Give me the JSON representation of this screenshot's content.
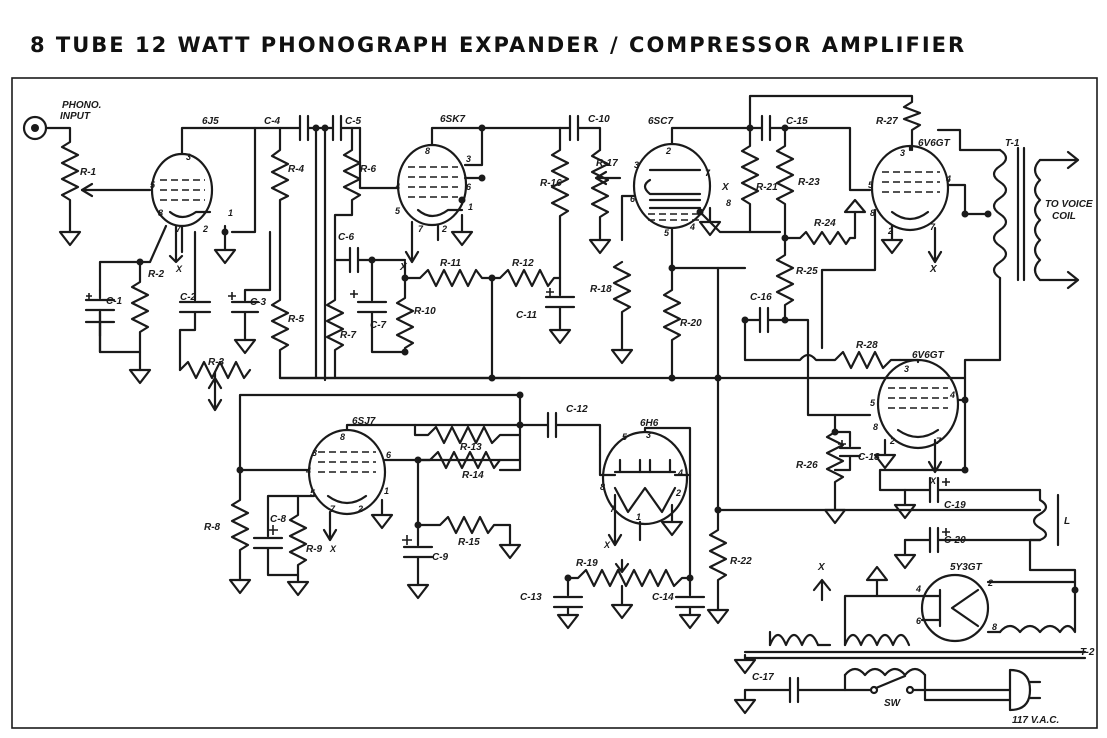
{
  "title": "8 TUBE    12 WATT    PHONOGRAPH  EXPANDER / COMPRESSOR  AMPLIFIER",
  "input": {
    "label1": "PHONO.",
    "label2": "INPUT"
  },
  "tubes": {
    "v1": "6J5",
    "v2": "6SK7",
    "v3": "6SC7",
    "v4": "6V6GT",
    "v5": "6V6GT",
    "v6": "6SJ7",
    "v7": "6H6",
    "v8": "5Y3GT"
  },
  "resistors": {
    "r1": "R-1",
    "r2": "R-2",
    "r3": "R-3",
    "r4": "R-4",
    "r5": "R-5",
    "r6": "R-6",
    "r7": "R-7",
    "r8": "R-8",
    "r9": "R-9",
    "r10": "R-10",
    "r11": "R-11",
    "r12": "R-12",
    "r13": "R-13",
    "r14": "R-14",
    "r15": "R-15",
    "r16": "R-16",
    "r17": "R-17",
    "r18": "R-18",
    "r19": "R-19",
    "r20": "R-20",
    "r21": "R-21",
    "r22": "R-22",
    "r23": "R-23",
    "r24": "R-24",
    "r25": "R-25",
    "r26": "R-26",
    "r27": "R-27",
    "r28": "R-28"
  },
  "capacitors": {
    "c1": "C-1",
    "c2": "C-2",
    "c3": "C-3",
    "c4": "C-4",
    "c5": "C-5",
    "c6": "C-6",
    "c7": "C-7",
    "c8": "C-8",
    "c9": "C-9",
    "c10": "C-10",
    "c11": "C-11",
    "c12": "C-12",
    "c13": "C-13",
    "c14": "C-14",
    "c15": "C-15",
    "c16": "C-16",
    "c17": "C-17",
    "c18": "C-18",
    "c19": "C-19",
    "c20": "C-20"
  },
  "transformers": {
    "t1": "T-1",
    "t2": "T-2"
  },
  "choke": "L",
  "output": {
    "label1": "TO VOICE",
    "label2": "COIL"
  },
  "switch": "SW",
  "mains": "117  V.A.C.",
  "pin_marks": {
    "p1": "1",
    "p2": "2",
    "p3": "3",
    "p4": "4",
    "p5": "5",
    "p6": "6",
    "p7": "7",
    "p8": "8",
    "x": "X"
  }
}
